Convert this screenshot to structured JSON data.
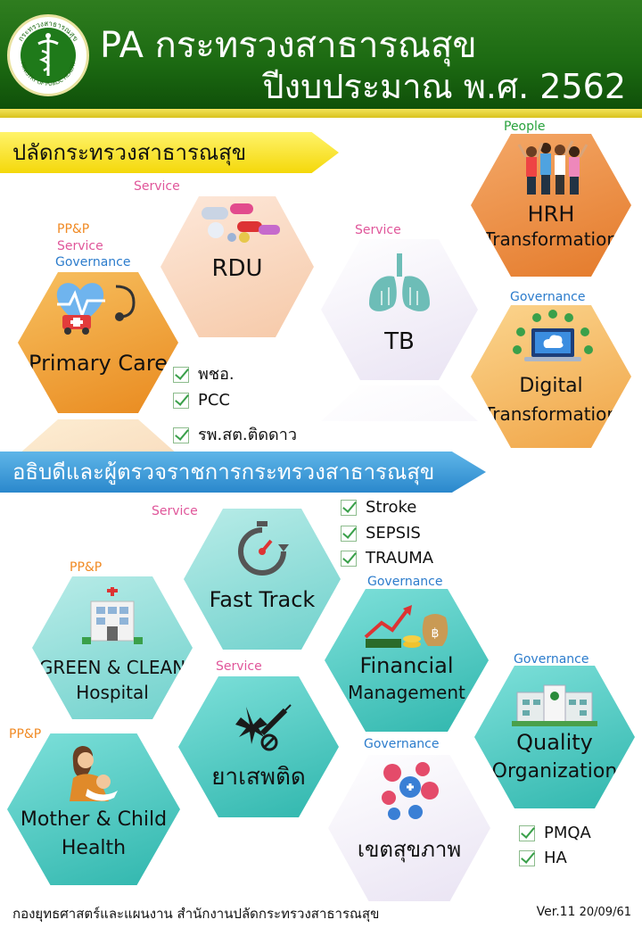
{
  "header": {
    "title_line1": "PA กระทรวงสาธารณสุข",
    "title_line2": "ปีงบประมาณ พ.ศ. 2562",
    "logo_text": "MINISTRY OF PUBLIC HEALTH",
    "logo_text_thai": "กระทรวงสาธารณสุข"
  },
  "section1": {
    "banner": "ปลัดกระทรวงสาธารณสุข",
    "hexes": [
      {
        "label": "RDU",
        "tags": [
          "Service"
        ]
      },
      {
        "label_line1": "Primary Care",
        "tags": [
          "PP&P",
          "Service",
          "Governance"
        ]
      },
      {
        "label": "TB",
        "tags": [
          "Service"
        ]
      },
      {
        "label_line1": "HRH",
        "label_line2": "Transformation",
        "tags": [
          "People"
        ]
      },
      {
        "label_line1": "Digital",
        "label_line2": "Transformation",
        "tags": [
          "Governance"
        ]
      }
    ],
    "checks": [
      "พชอ.",
      "PCC",
      "รพ.สต.ติดดาว"
    ]
  },
  "section2": {
    "banner": "อธิบดีและผู้ตรวจราชการกระทรวงสาธารณสุข",
    "hexes": [
      {
        "label": "Fast Track",
        "tags": [
          "Service"
        ]
      },
      {
        "label_line1": "GREEN & CLEAN",
        "label_line2": "Hospital",
        "tags": [
          "PP&P"
        ]
      },
      {
        "label_line1": "Financial",
        "label_line2": "Management",
        "tags": [
          "Governance"
        ]
      },
      {
        "label": "ยาเสพติด",
        "tags": [
          "Service"
        ]
      },
      {
        "label_line1": "Quality",
        "label_line2": "Organization",
        "tags": [
          "Governance"
        ]
      },
      {
        "label_line1": "Mother & Child",
        "label_line2": "Health",
        "tags": [
          "PP&P"
        ]
      },
      {
        "label": "เขตสุขภาพ",
        "tags": [
          "Governance"
        ]
      }
    ],
    "checks_top": [
      "Stroke",
      "SEPSIS",
      "TRAUMA"
    ],
    "checks_bottom": [
      "PMQA",
      "HA"
    ]
  },
  "footer": {
    "left": "กองยุทธศาสตร์และแผนงาน   สำนักงานปลัดกระทรวงสาธารณสุข",
    "version": "Ver.11",
    "date": "20/09/61"
  },
  "colors": {
    "header_green": "#1c6a12",
    "banner_yellow": "#f4d80a",
    "banner_blue": "#2a88cc",
    "service": "#e0569a",
    "ppp": "#f08a24",
    "governance": "#2c7ccc",
    "people": "#29a23d"
  }
}
